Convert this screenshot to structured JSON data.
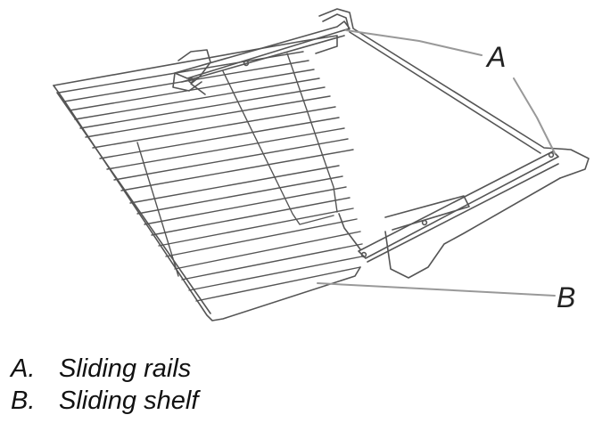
{
  "callouts": {
    "a": "A",
    "b": "B"
  },
  "legend": [
    {
      "key": "A.",
      "text": "Sliding rails"
    },
    {
      "key": "B.",
      "text": "Sliding shelf"
    }
  ]
}
